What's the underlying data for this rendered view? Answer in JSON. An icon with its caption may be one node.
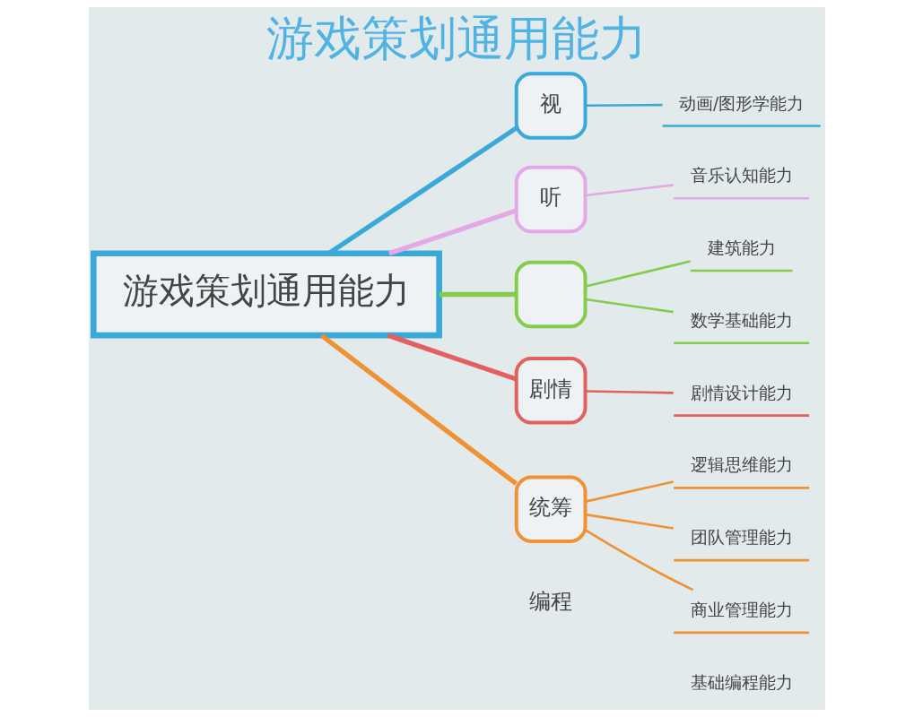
{
  "diagram": {
    "title": "游戏策划通用能力",
    "nodes": [
      {
        "text": [
          "游戏策划通用能力"
        ]
      },
      {
        "text": [
          "视"
        ]
      },
      {
        "text": [
          "动画/图形学能力"
        ]
      },
      {
        "text": [
          "听"
        ]
      },
      {
        "text": [
          "音乐认知能力"
        ]
      },
      {
        "text": [],
        "shape": "box"
      },
      {
        "text": [
          "建筑能力"
        ]
      },
      {
        "text": [
          "数学基础能力"
        ]
      },
      {
        "text": [
          "剧情"
        ]
      },
      {
        "text": [
          "剧情设计能力"
        ]
      },
      {
        "text": [
          "统筹"
        ]
      },
      {
        "text": [
          "逻辑思维能力"
        ]
      },
      {
        "text": [
          "团队管理能力"
        ]
      },
      {
        "text": [
          "商业管理能力"
        ]
      },
      {
        "text": [
          "编程"
        ]
      },
      {
        "text": [
          "基础编程能力"
        ]
      }
    ],
    "edges": [
      {
        "from": 0,
        "to": 1,
        "arrow": "none",
        "style": "thick",
        "color": "#3aa8d8"
      },
      {
        "from": 1,
        "to": 2,
        "arrow": "none",
        "color": "#3aa8d8"
      },
      {
        "from": 0,
        "to": 3,
        "arrow": "none",
        "style": "thick",
        "color": "#e4a8e6"
      },
      {
        "from": 3,
        "to": 4,
        "arrow": "none",
        "color": "#e4a8e6"
      },
      {
        "from": 0,
        "to": 5,
        "arrow": "none",
        "style": "thick",
        "color": "#84cc4c"
      },
      {
        "from": 5,
        "to": 6,
        "arrow": "none",
        "color": "#84cc4c"
      },
      {
        "from": 5,
        "to": 7,
        "arrow": "none",
        "color": "#84cc4c"
      },
      {
        "from": 0,
        "to": 8,
        "arrow": "none",
        "style": "thick",
        "color": "#e2605e"
      },
      {
        "from": 8,
        "to": 9,
        "arrow": "none",
        "color": "#e2605e"
      },
      {
        "from": 0,
        "to": 10,
        "arrow": "none",
        "style": "thick",
        "color": "#ee9234"
      },
      {
        "from": 10,
        "to": 11,
        "arrow": "none",
        "color": "#ee9234"
      },
      {
        "from": 10,
        "to": 12,
        "arrow": "none",
        "color": "#ee9234"
      },
      {
        "from": 10,
        "to": 13,
        "arrow": "none",
        "color": "#ee9234"
      }
    ]
  }
}
